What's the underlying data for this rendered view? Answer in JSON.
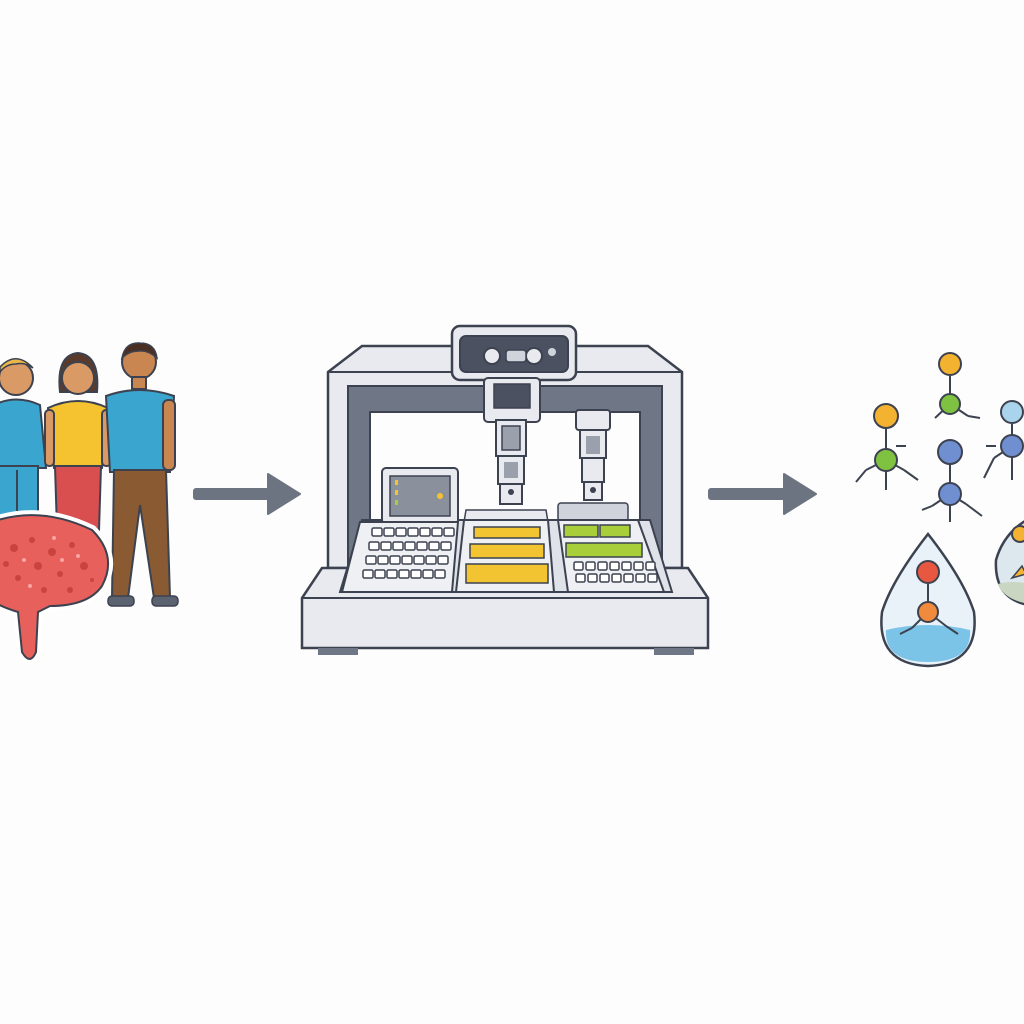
{
  "colors": {
    "background": "#fdfdfd",
    "outline": "#3c4250",
    "arrow": "#6b7480",
    "frame_light": "#e8eaef",
    "frame_dark": "#6f7685",
    "skin": "#d99a66",
    "shirt_teal": "#3aa6cf",
    "shirt_yellow": "#f4c32f",
    "pants_red": "#d94f4f",
    "pants_brown": "#8a5a32",
    "tissue_red": "#e8605c",
    "plate_yellow": "#f2c431",
    "plate_green": "#a8cf3a",
    "node_orange": "#f3b230",
    "node_green": "#7fc241",
    "node_blue": "#6f8fd0",
    "node_red": "#e8573f",
    "drop_blue": "#7cc3e8"
  },
  "diagram": {
    "stages": [
      {
        "id": "samples",
        "icon": "people-and-tissue-icon"
      },
      {
        "id": "robot",
        "icon": "lab-automation-robot-icon"
      },
      {
        "id": "molecules",
        "icon": "molecular-analysis-icon"
      }
    ],
    "arrows": [
      {
        "from": "samples",
        "to": "robot",
        "icon": "right-arrow-icon"
      },
      {
        "from": "robot",
        "to": "molecules",
        "icon": "right-arrow-icon"
      }
    ]
  }
}
